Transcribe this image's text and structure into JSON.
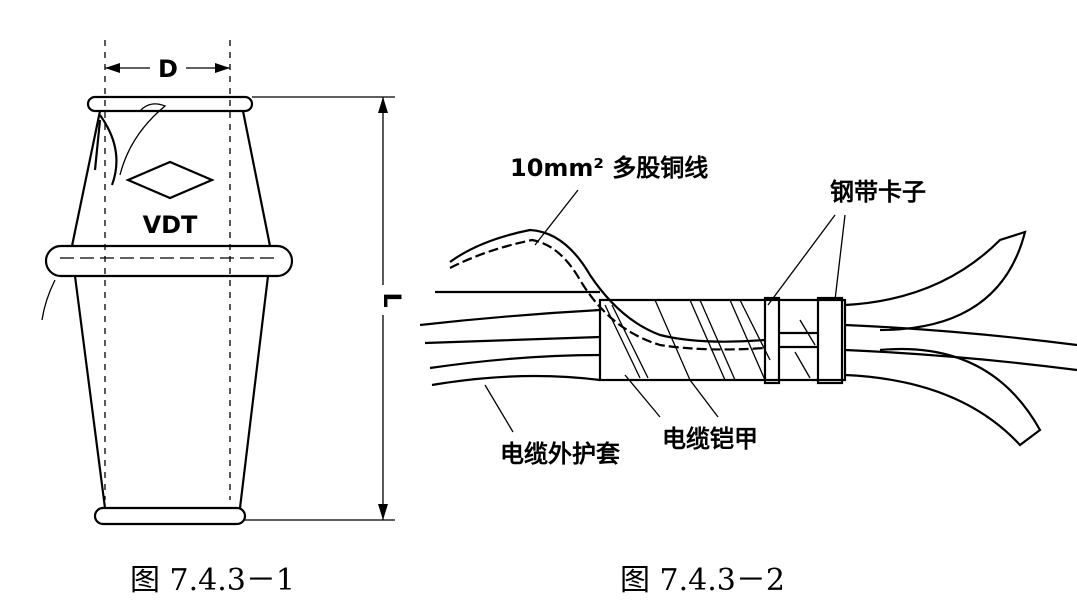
{
  "figure1": {
    "dimension_d": "D",
    "dimension_l": "L",
    "brand": "VDT",
    "caption": "图 7.4.3－1"
  },
  "figure2": {
    "label_wire": "10mm² 多股铜线",
    "label_clamp": "钢带卡子",
    "label_sheath": "电缆外护套",
    "label_armor": "电缆铠甲",
    "caption": "图 7.4.3－2"
  }
}
